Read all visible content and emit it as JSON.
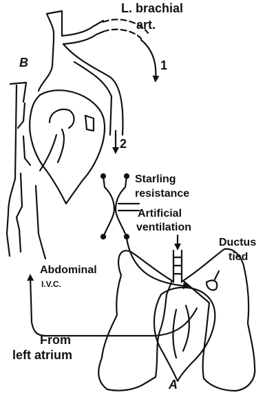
{
  "labels": {
    "l_brachial": "L. brachial",
    "art": "art.",
    "marker_1": "1",
    "marker_2": "2",
    "label_b": "B",
    "starling": "Starling",
    "resistance": "resistance",
    "artificial": "Artificial",
    "ventilation": "ventilation",
    "ductus": "Ductus",
    "tied": "tied",
    "abdominal": "Abdominal",
    "ivc": "I.V.C.",
    "from": "From",
    "left_atrium": "left atrium",
    "label_a": "A"
  },
  "colors": {
    "ink": "#111111",
    "paper": "#ffffff"
  }
}
